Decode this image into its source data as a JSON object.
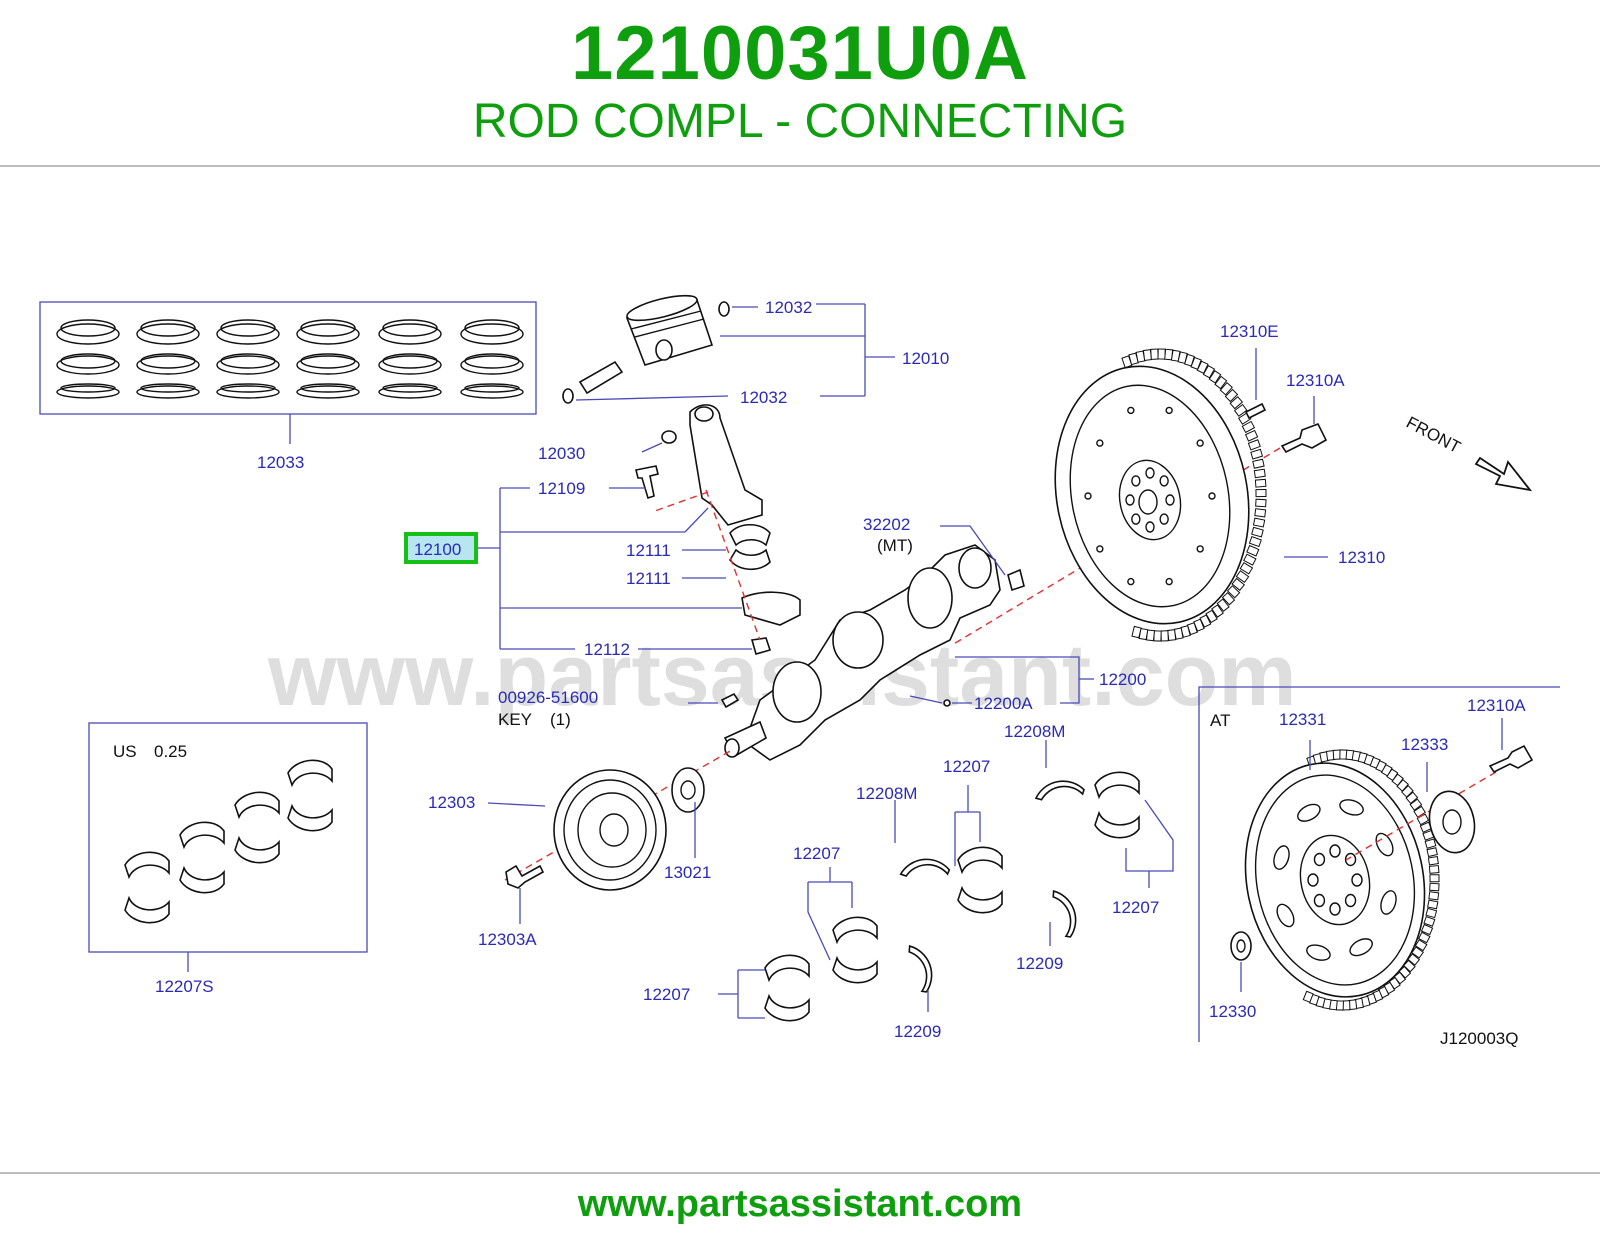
{
  "header": {
    "part_number": "1210031U0A",
    "part_title": "ROD COMPL - CONNECTING"
  },
  "footer": {
    "url": "www.partsassistant.com"
  },
  "watermark": "www.partsassistant.com",
  "diagram": {
    "code": "J120003Q",
    "highlighted_part": "12100",
    "front_label": "FRONT",
    "labels": {
      "p12032a": "12032",
      "p12032b": "12032",
      "p12010": "12010",
      "p12033": "12033",
      "p12030": "12030",
      "p12109": "12109",
      "p12100": "12100",
      "p12111a": "12111",
      "p12111b": "12111",
      "p12112": "12112",
      "p32202": "32202",
      "p32202_note": "(MT)",
      "p12310e": "12310E",
      "p12310a_top": "12310A",
      "p12310": "12310",
      "p12200": "12200",
      "p12200a": "12200A",
      "p00926": "00926-51600",
      "key_label": "KEY",
      "key_qty": "(1)",
      "us_label": "US",
      "us_value": "0.25",
      "p12207s": "12207S",
      "p12303": "12303",
      "p12303a": "12303A",
      "p13021": "13021",
      "p12208m_a": "12208M",
      "p12208m_b": "12208M",
      "p12207_a": "12207",
      "p12207_b": "12207",
      "p12207_c": "12207",
      "p12207_d": "12207",
      "p12209_a": "12209",
      "p12209_b": "12209",
      "at_label": "AT",
      "p12331": "12331",
      "p12333": "12333",
      "p12310a_at": "12310A",
      "p12330": "12330"
    }
  },
  "colors": {
    "brand_green": "#0e9e0e",
    "label_blue": "#2a2ab8",
    "highlight_green": "#16c016",
    "highlight_fill": "#b8e6f0",
    "centerline_red": "#e03030"
  }
}
